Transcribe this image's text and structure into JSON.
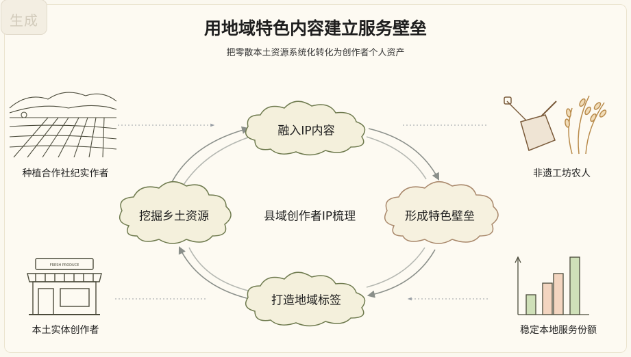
{
  "corner_tag": "生成",
  "title": "用地域特色内容建立服务壁垒",
  "subtitle": "把零散本土资源系统化转化为创作者个人资产",
  "center": "县域创作者IP梳理",
  "cycle_nodes": {
    "top": "融入IP内容",
    "left": "挖掘乡土资源",
    "right": "形成特色壁垒",
    "bottom": "打造地域标签"
  },
  "corner_labels": {
    "top_left": "种植合作社纪实作者",
    "top_right": "非遗工坊农人",
    "bottom_left": "本土实体创作者",
    "bottom_right": "稳定本地服务份额"
  },
  "shop_sign": "FRESH PRODUCE",
  "colors": {
    "ink": "#4a4a3a",
    "node_fill": "#f4f0dc",
    "node_stroke": "#6e7a4e",
    "accent_node_stroke": "#a8876a",
    "arrow": "#8a8f8a",
    "bar_green": "#cfe0b8",
    "bar_peach": "#f3d5c0"
  },
  "icons": [
    "farmland-icon",
    "tools-and-wheat-icon",
    "shop-front-icon",
    "growth-bar-chart-icon"
  ],
  "bar_chart_levels": [
    0.35,
    0.55,
    0.72,
    1.0
  ]
}
